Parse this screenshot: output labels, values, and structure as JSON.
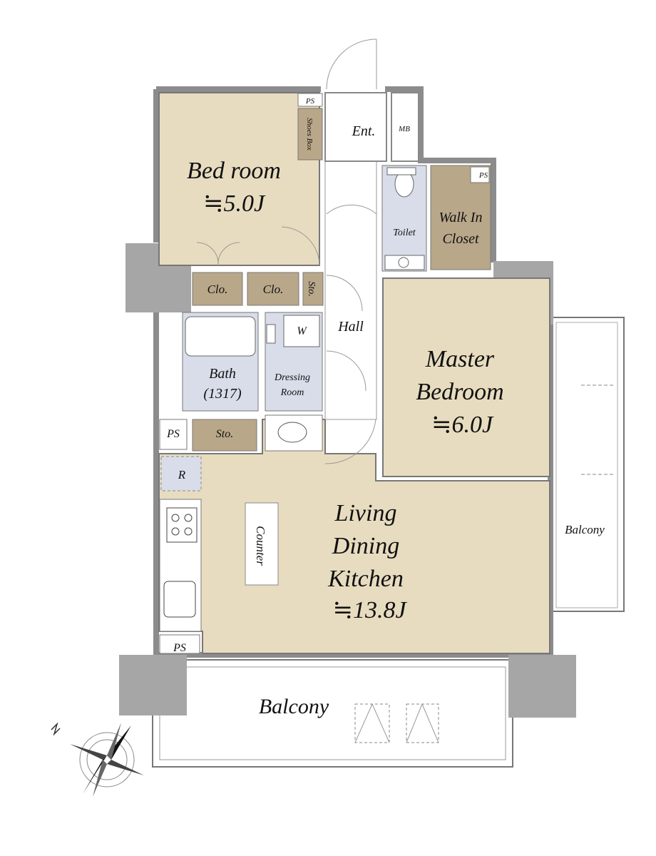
{
  "rooms": {
    "bedroom": {
      "name": "Bed room",
      "size": "≒5.0J"
    },
    "master": {
      "line1": "Master",
      "line2": "Bedroom",
      "size": "≒6.0J"
    },
    "ldk": {
      "line1": "Living",
      "line2": "Dining",
      "line3": "Kitchen",
      "size": "≒13.8J"
    },
    "entrance": "Ent.",
    "hall": "Hall",
    "toilet": "Toilet",
    "walk_in": {
      "line1": "Walk In",
      "line2": "Closet"
    },
    "bath": {
      "line1": "Bath",
      "line2": "(1317)"
    },
    "dressing": {
      "line1": "Dressing",
      "line2": "Room"
    },
    "balcony_south": "Balcony",
    "balcony_east": "Balcony"
  },
  "fixtures": {
    "shoes_box": "Shoes Box",
    "ps": "PS",
    "mb": "MB",
    "clo": "Clo.",
    "sto": "Sto.",
    "w": "W",
    "r": "R",
    "counter": "Counter"
  },
  "colors": {
    "room_fill": "#e8dcc0",
    "storage_fill": "#b9a78a",
    "wet_fill": "#d8dde9",
    "wall": "#8c8c8c",
    "column": "#a6a6a6"
  }
}
